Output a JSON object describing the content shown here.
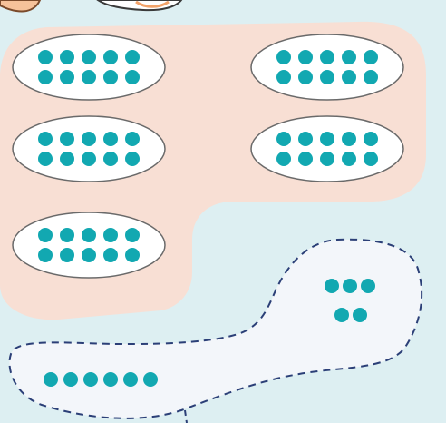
{
  "colors": {
    "background": "#ddeff2",
    "grouped_region_fill": "#f8dfd4",
    "ungrouped_region_fill": "#f3f6fa",
    "ungrouped_region_border": "#2b3f77",
    "oval_fill": "#ffffff",
    "oval_border": "#6a6a6a",
    "dot": "#12a8b1"
  },
  "illustration": {
    "character_icons": [
      "cartoon-hand-icon",
      "cartoon-hand-icon"
    ]
  },
  "grouped_region": {
    "oval_count": 5,
    "dots_per_oval": 10,
    "dots_per_row": 5
  },
  "ungrouped_region": {
    "loose_dot_rows": [
      3,
      2,
      6
    ]
  }
}
